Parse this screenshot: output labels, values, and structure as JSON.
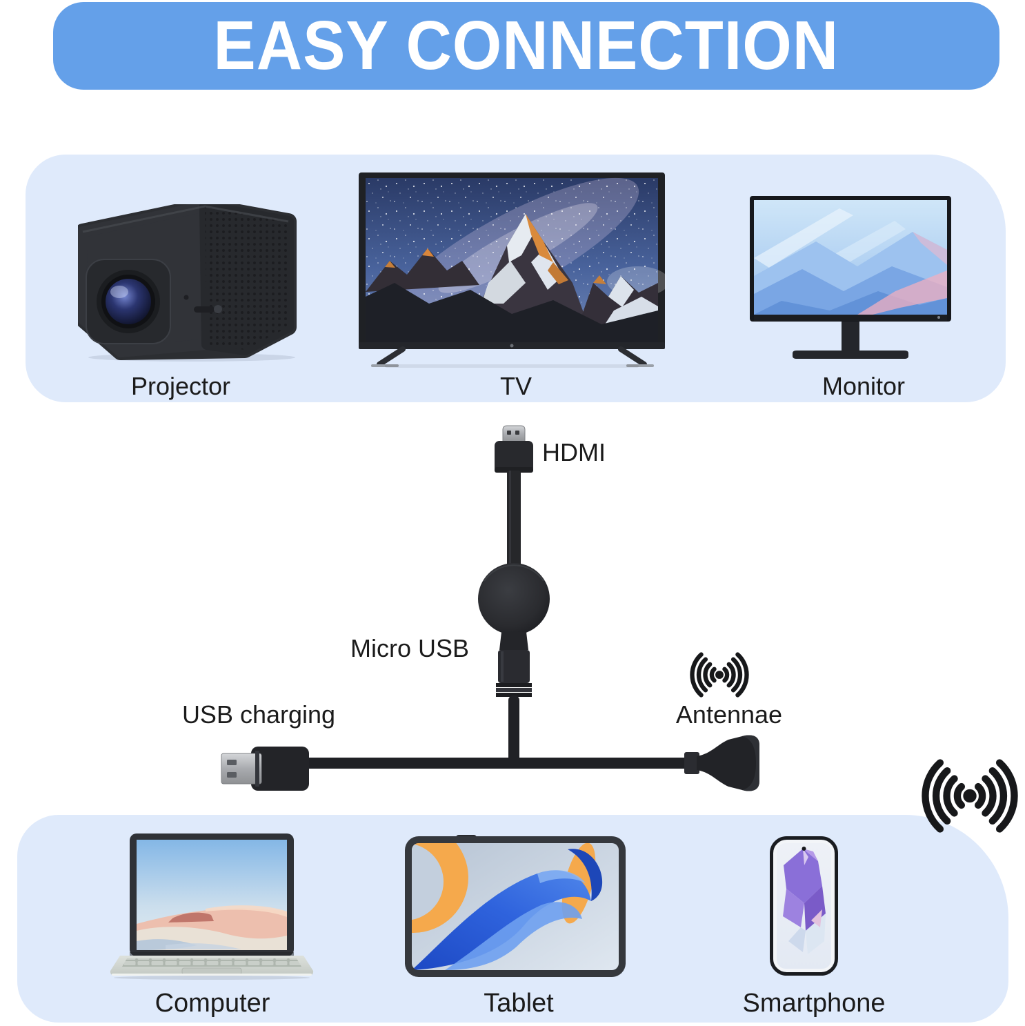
{
  "header": {
    "title": "EASY CONNECTION"
  },
  "colors": {
    "header_bg": "#64a0e9",
    "panel_bg": "#dfeafb",
    "text": "#1b1b1b",
    "device_body": "#2b2d31",
    "cable": "#202125"
  },
  "top_panel": {
    "items": [
      {
        "id": "projector",
        "icon": "projector-image",
        "label": "Projector"
      },
      {
        "id": "tv",
        "icon": "tv-image",
        "label": "TV"
      },
      {
        "id": "monitor",
        "icon": "monitor-image",
        "label": "Monitor"
      }
    ]
  },
  "dongle": {
    "labels": {
      "hdmi": "HDMI",
      "micro_usb": "Micro USB",
      "usb_charging": "USB charging",
      "antennae": "Antennae"
    },
    "icons": [
      "wireless-signal-icon-small",
      "wireless-signal-icon-large"
    ]
  },
  "bottom_panel": {
    "items": [
      {
        "id": "computer",
        "icon": "laptop-image",
        "label": "Computer"
      },
      {
        "id": "tablet",
        "icon": "tablet-image",
        "label": "Tablet"
      },
      {
        "id": "smartphone",
        "icon": "smartphone-image",
        "label": "Smartphone"
      }
    ]
  }
}
